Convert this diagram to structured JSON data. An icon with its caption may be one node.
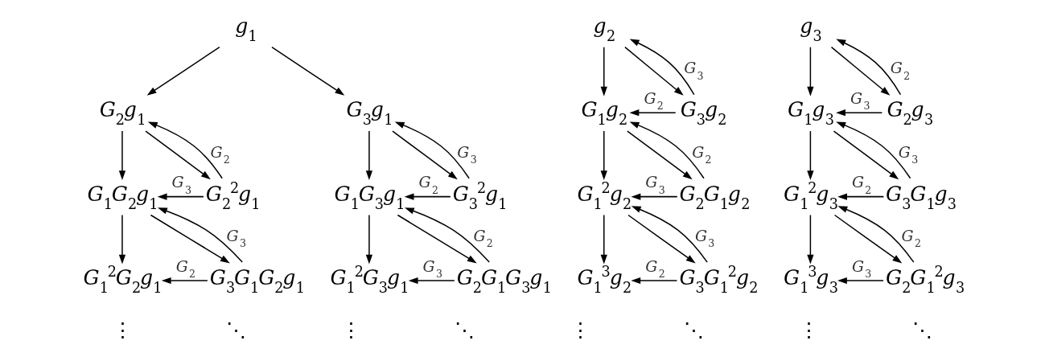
{
  "diagram": {
    "nodes": [
      {
        "text": [
          "g$_{1}$"
        ]
      },
      {
        "text": [
          "G$_{2}$g$_{1}$"
        ]
      },
      {
        "text": [
          "G$_{3}$g$_{1}$"
        ]
      },
      {
        "text": [
          "G$_{1}$G$_{2}$g$_{1}$"
        ]
      },
      {
        "text": [
          "G$_{2}$$^{2}$g$_{1}$"
        ]
      },
      {
        "text": [
          "G$_{1}$G$_{3}$g$_{1}$"
        ]
      },
      {
        "text": [
          "G$_{3}$$^{2}$g$_{1}$"
        ]
      },
      {
        "text": [
          "G$_{1}$$^{2}$G$_{2}$g$_{1}$"
        ]
      },
      {
        "text": [
          "G$_{3}$G$_{1}$G$_{2}$g$_{1}$"
        ]
      },
      {
        "text": [
          "G$_{1}$$^{2}$G$_{3}$g$_{1}$"
        ]
      },
      {
        "text": [
          "G$_{2}$G$_{1}$G$_{3}$g$_{1}$"
        ]
      },
      {
        "text": [
          "g$_{2}$"
        ]
      },
      {
        "text": [
          "G$_{1}$g$_{2}$"
        ]
      },
      {
        "text": [
          "G$_{3}$g$_{2}$"
        ]
      },
      {
        "text": [
          "G$_{1}$$^{2}$g$_{2}$"
        ]
      },
      {
        "text": [
          "G$_{2}$G$_{1}$g$_{2}$"
        ]
      },
      {
        "text": [
          "G$_{1}$$^{3}$g$_{2}$"
        ]
      },
      {
        "text": [
          "G$_{3}$G$_{1}$$^{2}$g$_{2}$"
        ]
      },
      {
        "text": [
          "g$_{3}$"
        ]
      },
      {
        "text": [
          "G$_{1}$g$_{3}$"
        ]
      },
      {
        "text": [
          "G$_{2}$g$_{3}$"
        ]
      },
      {
        "text": [
          "G$_{1}$$^{2}$g$_{3}$"
        ]
      },
      {
        "text": [
          "G$_{3}$G$_{1}$g$_{3}$"
        ]
      },
      {
        "text": [
          "G$_{1}$$^{3}$g$_{3}$"
        ]
      },
      {
        "text": [
          "G$_{2}$G$_{1}$$^{2}$g$_{3}$"
        ]
      }
    ],
    "edges": [
      {
        "from": 0,
        "to": 1,
        "arrow": "to"
      },
      {
        "from": 0,
        "to": 2,
        "arrow": "to"
      },
      {
        "from": 1,
        "to": 3,
        "arrow": "to"
      },
      {
        "from": 1,
        "to": 4,
        "arrow": "to"
      },
      {
        "from": 4,
        "to": 1,
        "arrow": "to",
        "label": "G$_{2}$"
      },
      {
        "from": 4,
        "to": 3,
        "arrow": "to",
        "label": "G$_{3}$"
      },
      {
        "from": 3,
        "to": 7,
        "arrow": "to"
      },
      {
        "from": 3,
        "to": 8,
        "arrow": "to"
      },
      {
        "from": 8,
        "to": 3,
        "arrow": "to",
        "label": "G$_{3}$"
      },
      {
        "from": 8,
        "to": 7,
        "arrow": "to",
        "label": "G$_{2}$"
      },
      {
        "from": 2,
        "to": 5,
        "arrow": "to"
      },
      {
        "from": 2,
        "to": 6,
        "arrow": "to"
      },
      {
        "from": 6,
        "to": 2,
        "arrow": "to",
        "label": "G$_{3}$"
      },
      {
        "from": 6,
        "to": 5,
        "arrow": "to",
        "label": "G$_{2}$"
      },
      {
        "from": 5,
        "to": 9,
        "arrow": "to"
      },
      {
        "from": 5,
        "to": 10,
        "arrow": "to"
      },
      {
        "from": 10,
        "to": 5,
        "arrow": "to",
        "label": "G$_{2}$"
      },
      {
        "from": 10,
        "to": 9,
        "arrow": "to",
        "label": "G$_{3}$"
      },
      {
        "from": 11,
        "to": 12,
        "arrow": "to"
      },
      {
        "from": 11,
        "to": 13,
        "arrow": "to"
      },
      {
        "from": 13,
        "to": 11,
        "arrow": "to",
        "label": "G$_{3}$"
      },
      {
        "from": 13,
        "to": 12,
        "arrow": "to",
        "label": "G$_{2}$"
      },
      {
        "from": 12,
        "to": 14,
        "arrow": "to"
      },
      {
        "from": 12,
        "to": 15,
        "arrow": "to"
      },
      {
        "from": 15,
        "to": 12,
        "arrow": "to",
        "label": "G$_{2}$"
      },
      {
        "from": 15,
        "to": 14,
        "arrow": "to",
        "label": "G$_{3}$"
      },
      {
        "from": 14,
        "to": 16,
        "arrow": "to"
      },
      {
        "from": 14,
        "to": 17,
        "arrow": "to"
      },
      {
        "from": 17,
        "to": 14,
        "arrow": "to",
        "label": "G$_{3}$"
      },
      {
        "from": 17,
        "to": 16,
        "arrow": "to",
        "label": "G$_{2}$"
      },
      {
        "from": 18,
        "to": 19,
        "arrow": "to"
      },
      {
        "from": 18,
        "to": 20,
        "arrow": "to"
      },
      {
        "from": 20,
        "to": 18,
        "arrow": "to",
        "label": "G$_{2}$"
      },
      {
        "from": 20,
        "to": 19,
        "arrow": "to",
        "label": "G$_{3}$"
      },
      {
        "from": 19,
        "to": 21,
        "arrow": "to"
      },
      {
        "from": 19,
        "to": 22,
        "arrow": "to"
      },
      {
        "from": 22,
        "to": 19,
        "arrow": "to",
        "label": "G$_{3}$"
      },
      {
        "from": 22,
        "to": 21,
        "arrow": "to",
        "label": "G$_{2}$"
      },
      {
        "from": 21,
        "to": 23,
        "arrow": "to"
      },
      {
        "from": 21,
        "to": 24,
        "arrow": "to"
      },
      {
        "from": 24,
        "to": 21,
        "arrow": "to",
        "label": "G$_{2}$"
      },
      {
        "from": 24,
        "to": 23,
        "arrow": "to",
        "label": "G$_{3}$"
      }
    ],
    "labels": [
      "⋮",
      "⋱",
      "⋮",
      "⋱",
      "⋮",
      "⋱",
      "⋮",
      "⋱"
    ]
  }
}
